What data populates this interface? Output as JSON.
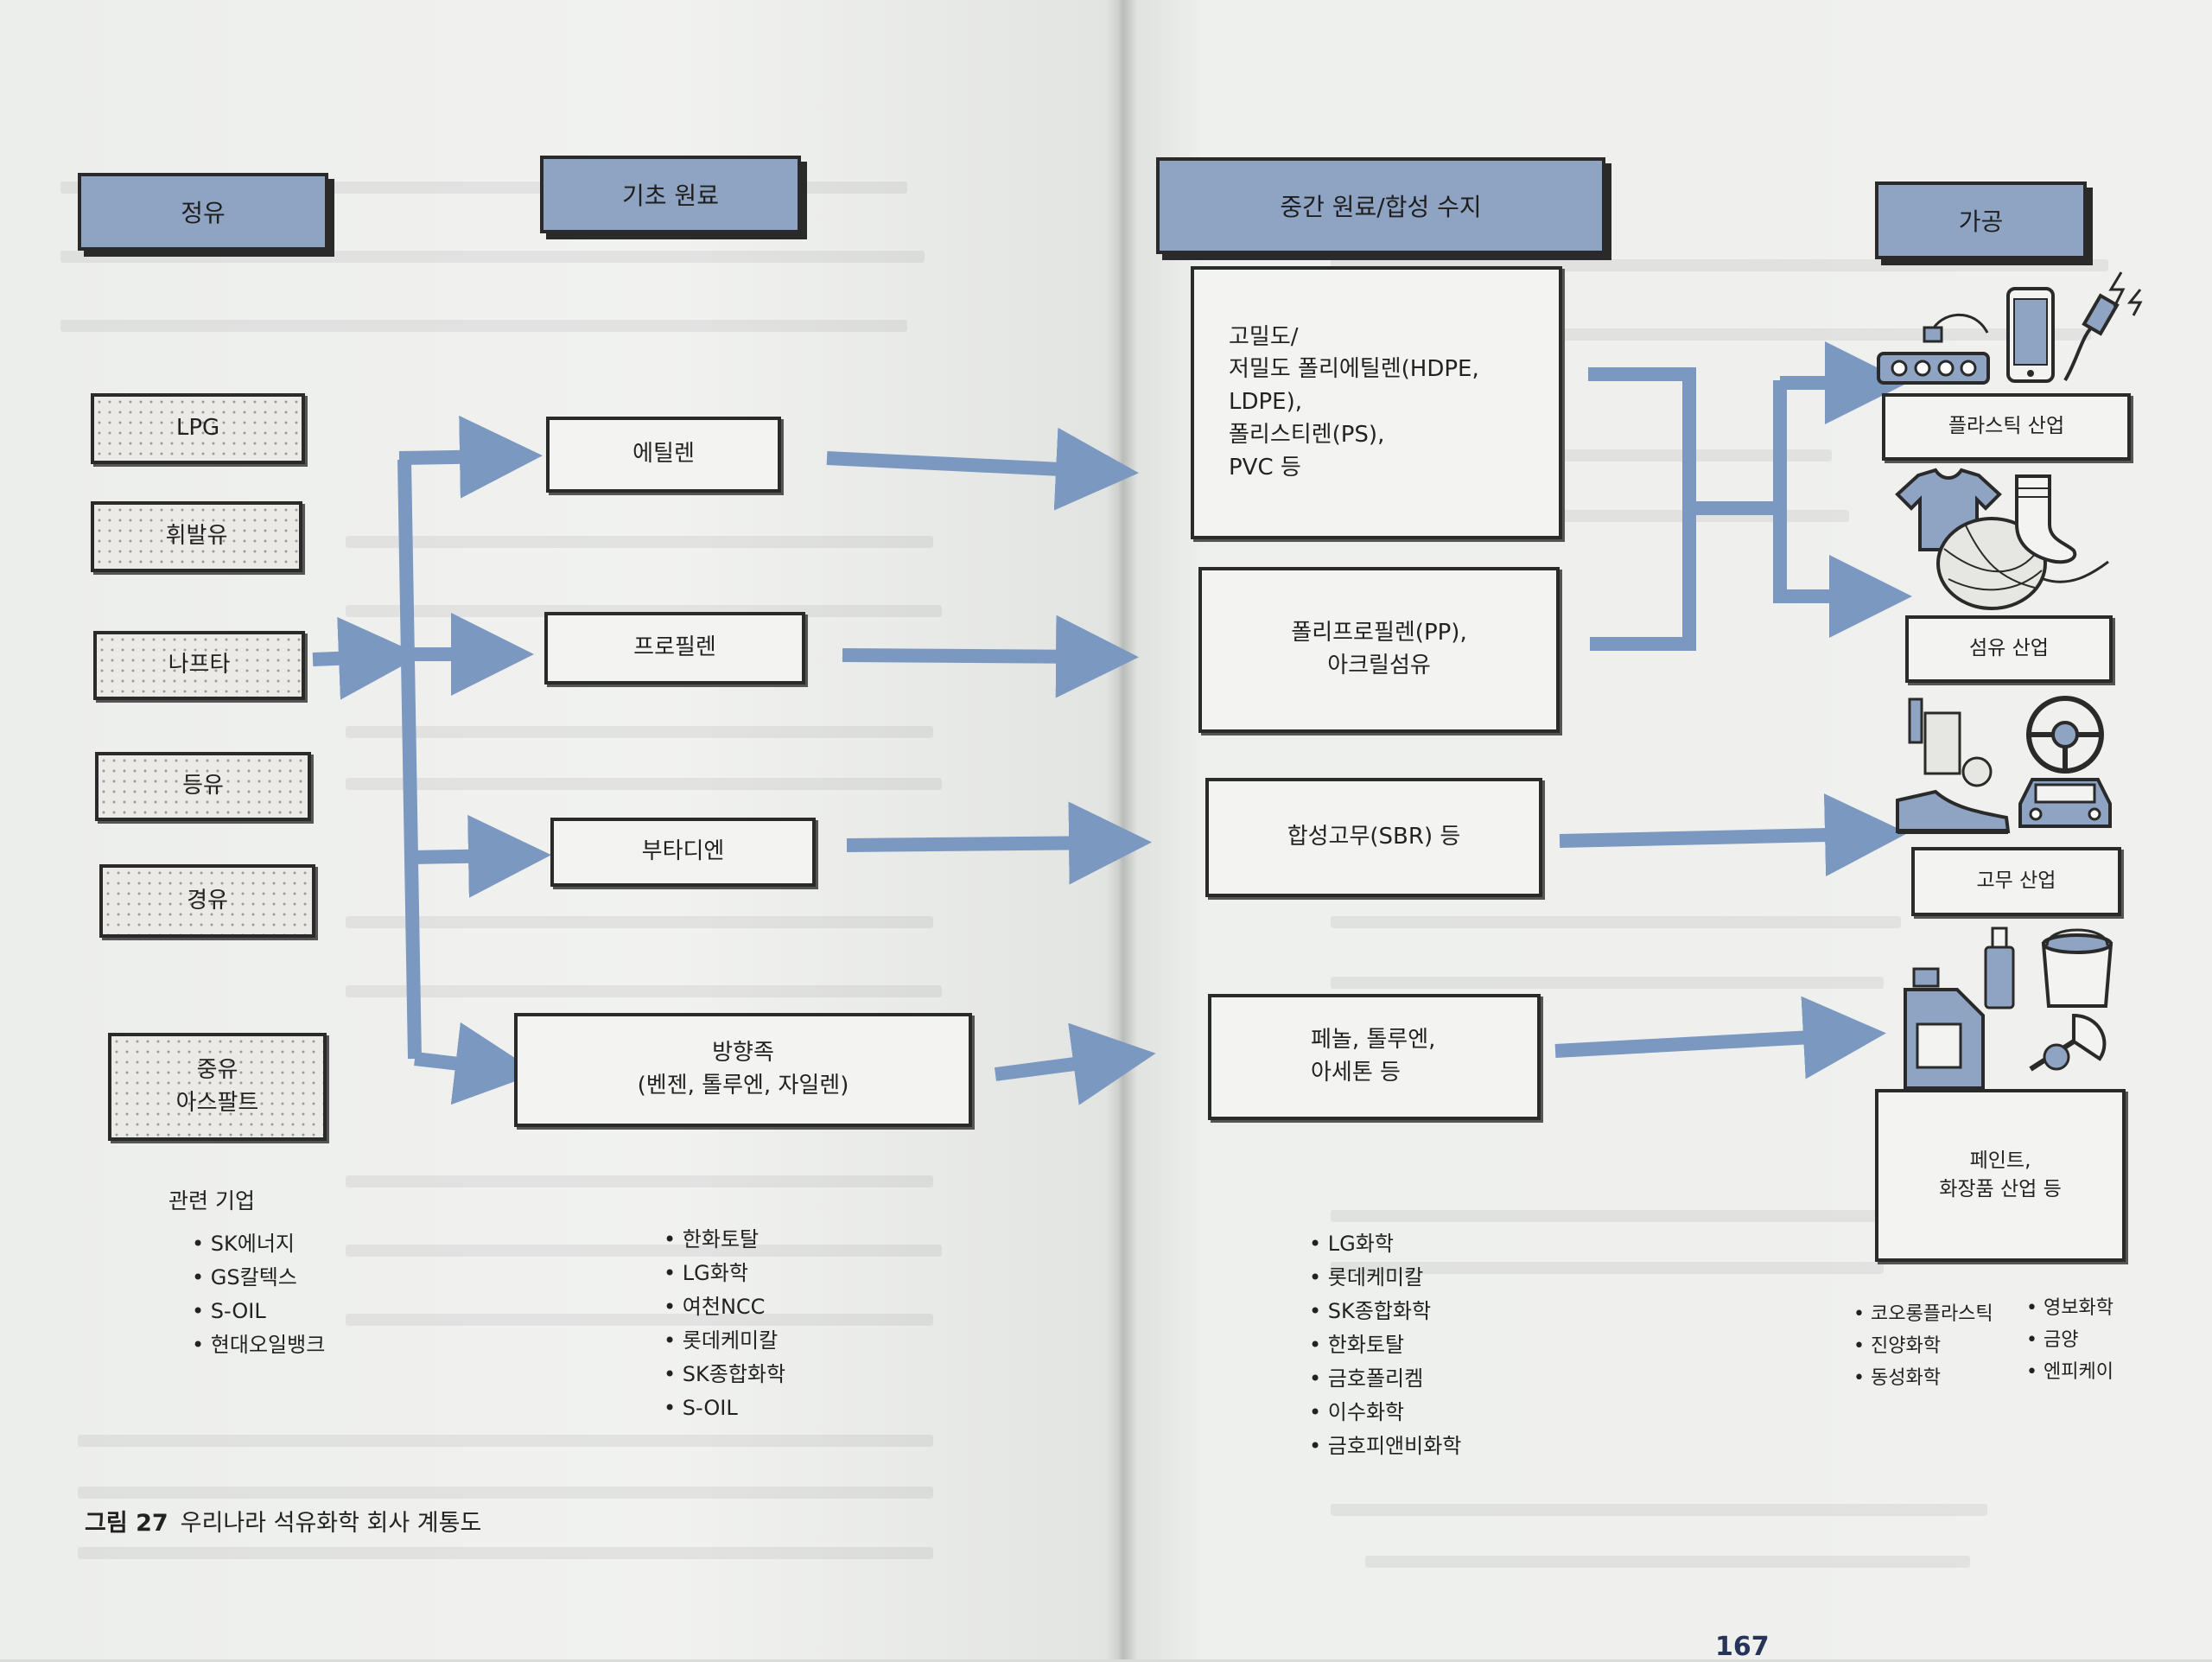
{
  "headers": {
    "refining": "정유",
    "basic": "기초 원료",
    "intermediate": "중간 원료/합성 수지",
    "processing": "가공"
  },
  "refining_products": [
    "LPG",
    "휘발유",
    "나프타",
    "등유",
    "경유",
    "중유\n아스팔트"
  ],
  "basic_materials": [
    "에틸렌",
    "프로필렌",
    "부타디엔",
    "방향족\n(벤젠, 톨루엔, 자일렌)"
  ],
  "intermediates": [
    "고밀도/\n저밀도 폴리에틸렌(HDPE, LDPE),\n폴리스티렌(PS),\nPVC 등",
    "폴리프로필렌(PP),\n아크릴섬유",
    "합성고무(SBR) 등",
    "페놀, 톨루엔,\n아세톤 등"
  ],
  "industries": [
    "플라스틱 산업",
    "섬유 산업",
    "고무 산업",
    "페인트,\n화장품 산업 등"
  ],
  "related_label": "관련 기업",
  "companies": {
    "refining": [
      "SK에너지",
      "GS칼텍스",
      "S-OIL",
      "현대오일뱅크"
    ],
    "basic": [
      "한화토탈",
      "LG화학",
      "여천NCC",
      "롯데케미칼",
      "SK종합화학",
      "S-OIL"
    ],
    "intermediate": [
      "LG화학",
      "롯데케미칼",
      "SK종합화학",
      "한화토탈",
      "금호폴리켐",
      "이수화학",
      "금호피앤비화학"
    ],
    "processing_a": [
      "코오롱플라스틱",
      "진양화학",
      "동성화학"
    ],
    "processing_b": [
      "영보화학",
      "금양",
      "엔피케이"
    ]
  },
  "caption": {
    "number": "그림 27",
    "text": "우리나라 석유화학 회사 계통도"
  },
  "page_number": "167",
  "colors": {
    "header_fill": "#8ea4c2",
    "arrow": "#7b98c1",
    "outline": "#2a2a2a"
  },
  "icons": [
    "power-strip-icon",
    "smartphone-icon",
    "charger-icon",
    "tshirt-icon",
    "yarn-icon",
    "socks-icon",
    "sport-shoe-icon",
    "racket-icon",
    "steering-wheel-icon",
    "car-icon",
    "detergent-bottle-icon",
    "lotion-icon",
    "paint-bucket-icon",
    "cosmetic-brush-icon"
  ]
}
